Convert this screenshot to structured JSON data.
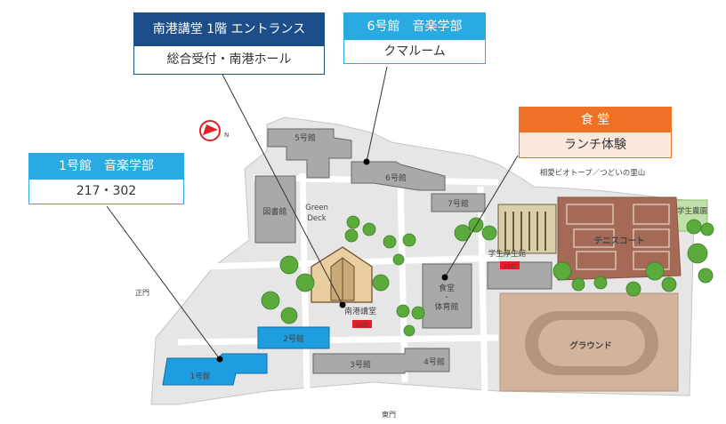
{
  "callouts": {
    "minamiko_entrance": {
      "title": "南港講堂 1階 エントランス",
      "body": "総合受付・南港ホール"
    },
    "bldg6": {
      "title": "6号館　音楽学部",
      "body": "クマルーム"
    },
    "cafeteria": {
      "title": "食 堂",
      "body": "ランチ体験"
    },
    "bldg1": {
      "title": "1号館　音楽学部",
      "body": "217・302"
    }
  },
  "labels": {
    "b5": "5号館",
    "b6": "6号館",
    "b7": "7号館",
    "b2": "2号館",
    "b3": "3号館",
    "b4": "4号館",
    "b1": "1号館",
    "library": "図書館",
    "green": "Green",
    "deck": "Deck",
    "minamiko": "南港講堂",
    "aed1": "AED",
    "aed2": "AED",
    "shokudo1": "食堂",
    "shokudo_dot": "・",
    "shokudo2": "体育館",
    "welfare": "学生厚生館",
    "tennis": "テニスコート",
    "farm": "学生農園",
    "ground": "グラウンド",
    "biotope": "相愛ビオトープ／つどいの里山",
    "west_gate": "正門",
    "east_gate": "東門",
    "north": "N"
  },
  "colors": {
    "dark_blue": "#1c4f8a",
    "light_blue": "#29aae1",
    "orange": "#ee7125",
    "building_gray": "#a9a9a9",
    "blue_building": "#1e9ee0",
    "road": "#e6e6e6",
    "tennis": "#a46a55",
    "ground": "#d2b39b",
    "track": "#b59479",
    "tree": "#5aab3b",
    "north_mark": "#e01f26"
  }
}
